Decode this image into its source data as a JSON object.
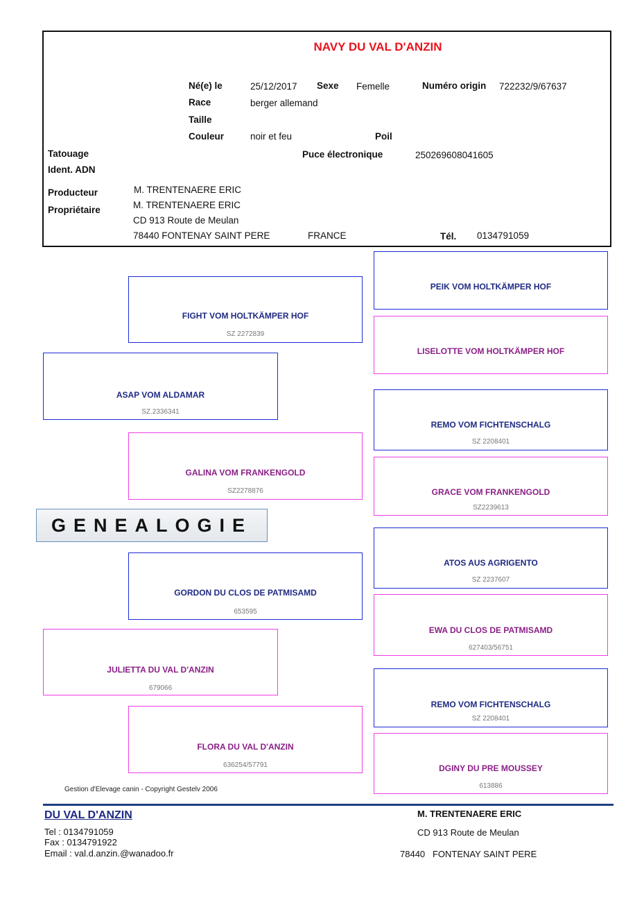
{
  "dog": {
    "name": "NAVY  DU VAL D'ANZIN",
    "born_label": "Né(e) le",
    "born_value": "25/12/2017",
    "sex_label": "Sexe",
    "sex_value": "Femelle",
    "number_label": "Numéro origin",
    "number_value": "722232/9/67637",
    "race_label": "Race",
    "race_value": "berger allemand",
    "size_label": "Taille",
    "color_label": "Couleur",
    "color_value": "noir et feu",
    "coat_label": "Poil",
    "tattoo_label": "Tatouage",
    "chip_label": "Puce électronique",
    "chip_value": "250269608041605",
    "dna_label": "Ident. ADN"
  },
  "owner": {
    "producer_label": "Producteur",
    "producer_value": "M. TRENTENAERE ERIC",
    "owner_label": "Propriétaire",
    "owner_value": "M. TRENTENAERE ERIC",
    "address1": "CD  913 Route de Meulan",
    "address2": "78440 FONTENAY SAINT PERE",
    "country": "FRANCE",
    "tel_label": "Tél.",
    "tel_value": "0134791059"
  },
  "pedigree": {
    "father": {
      "name": "ASAP VOM ALDAMAR",
      "reg": "SZ.2336341"
    },
    "father_father": {
      "name": "FIGHT VOM HOLTKÄMPER HOF",
      "reg": "SZ 2272839"
    },
    "father_mother": {
      "name": "GALINA VOM FRANKENGOLD",
      "reg": "SZ2278876"
    },
    "ff_father": {
      "name": "PEIK VOM HOLTKÄMPER HOF",
      "reg": ""
    },
    "ff_mother": {
      "name": "LISELOTTE VOM HOLTKÄMPER HOF",
      "reg": ""
    },
    "fm_father": {
      "name": "REMO VOM FICHTENSCHALG",
      "reg": "SZ 2208401"
    },
    "fm_mother": {
      "name": "GRACE VOM FRANKENGOLD",
      "reg": "SZ2239613"
    },
    "mother": {
      "name": "JULIETTA DU VAL D'ANZIN",
      "reg": "679066"
    },
    "mother_father": {
      "name": "GORDON DU CLOS DE PATMISAMD",
      "reg": "653595"
    },
    "mother_mother": {
      "name": "FLORA DU VAL D'ANZIN",
      "reg": "636254/57791"
    },
    "mf_father": {
      "name": "ATOS AUS AGRIGENTO",
      "reg": "SZ 2237607"
    },
    "mf_mother": {
      "name": "EWA DU CLOS DE PATMISAMD",
      "reg": "627403/56751"
    },
    "mm_father": {
      "name": "REMO VOM FICHTENSCHALG",
      "reg": "SZ 2208401"
    },
    "mm_mother": {
      "name": "DGINY DU PRE MOUSSEY",
      "reg": "613886"
    }
  },
  "genealogie_title": "GENEALOGIE",
  "copyright": "Gestion d'Elevage canin - Copyright Gestelv 2006",
  "footer": {
    "kennel": "DU VAL D'ANZIN",
    "tel": "Tel : 0134791059",
    "fax": "Fax : 0134791922",
    "email": "Email : val.d.anzin.@wanadoo.fr",
    "breeder": "M. TRENTENAERE ERIC",
    "address1": "CD  913 Route de Meulan",
    "address2": "78440   FONTENAY SAINT PERE"
  }
}
